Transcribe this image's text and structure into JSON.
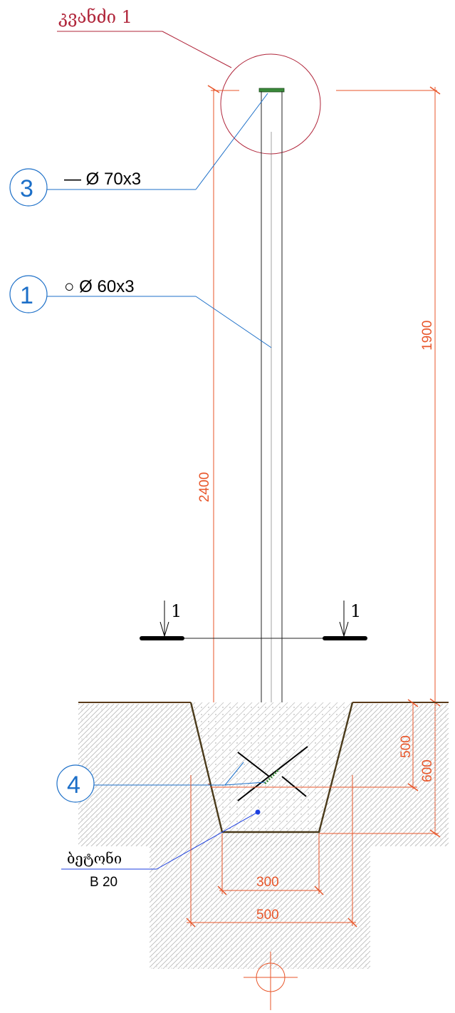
{
  "title": "კვანძი 1",
  "callouts": [
    {
      "number": "3",
      "text": "— Ø 70x3"
    },
    {
      "number": "1",
      "text": "○ Ø 60x3"
    },
    {
      "number": "4",
      "text": ""
    }
  ],
  "dimensions": {
    "d2400": "2400",
    "d1900": "1900",
    "d500_vert": "500",
    "d600": "600",
    "d300": "300",
    "d500_horiz": "500"
  },
  "section": {
    "left": "1",
    "right": "1"
  },
  "concrete": {
    "label": "ბეტონი",
    "grade": "B 20"
  },
  "colors": {
    "dimension": "#e8562a",
    "leader": "#1c6fc8",
    "title": "#b0253a",
    "ground": "#5a3b1a",
    "hatch": "#b8b8b8"
  }
}
